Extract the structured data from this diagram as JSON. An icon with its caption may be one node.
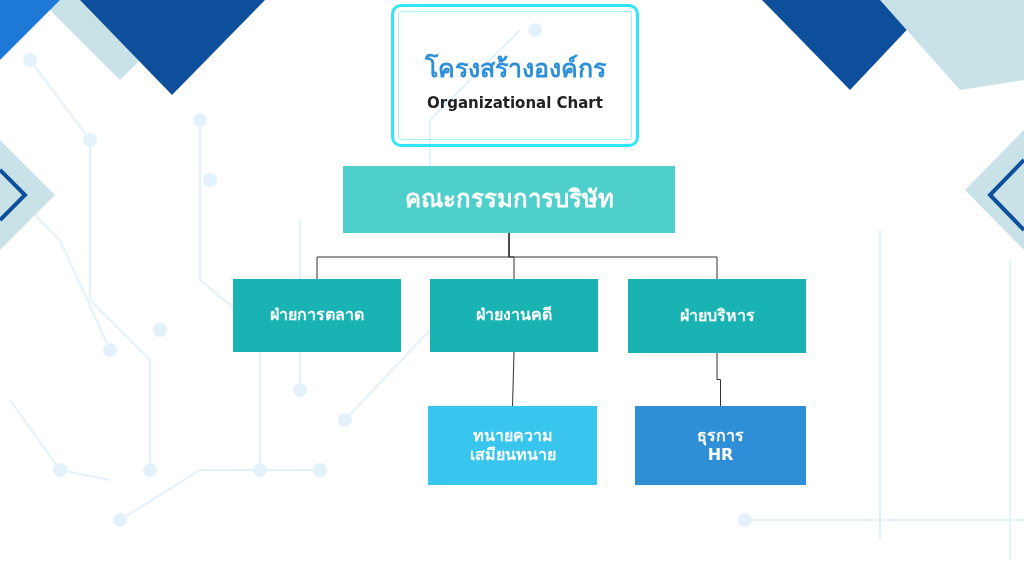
{
  "diagram": {
    "title": "โครงสร้างองค์กร",
    "labels": [
      "Organizational Chart"
    ],
    "nodes": [
      {
        "text": [
          "คณะกรรมการบริษัท"
        ]
      },
      {
        "text": [
          "ฝ่ายการตลาด"
        ]
      },
      {
        "text": [
          "ฝ่ายงานคดี"
        ]
      },
      {
        "text": [
          "ฝ่ายบริหาร"
        ]
      },
      {
        "text": [
          "ทนายความ",
          "เสมียนทนาย"
        ]
      },
      {
        "text": [
          "ธุรการ",
          "HR"
        ]
      }
    ],
    "edges": [
      {
        "from": 0,
        "to": 1,
        "arrow": "none"
      },
      {
        "from": 0,
        "to": 2,
        "arrow": "none"
      },
      {
        "from": 0,
        "to": 3,
        "arrow": "none"
      },
      {
        "from": 2,
        "to": 4,
        "arrow": "none"
      },
      {
        "from": 3,
        "to": 5,
        "arrow": "none"
      }
    ]
  }
}
